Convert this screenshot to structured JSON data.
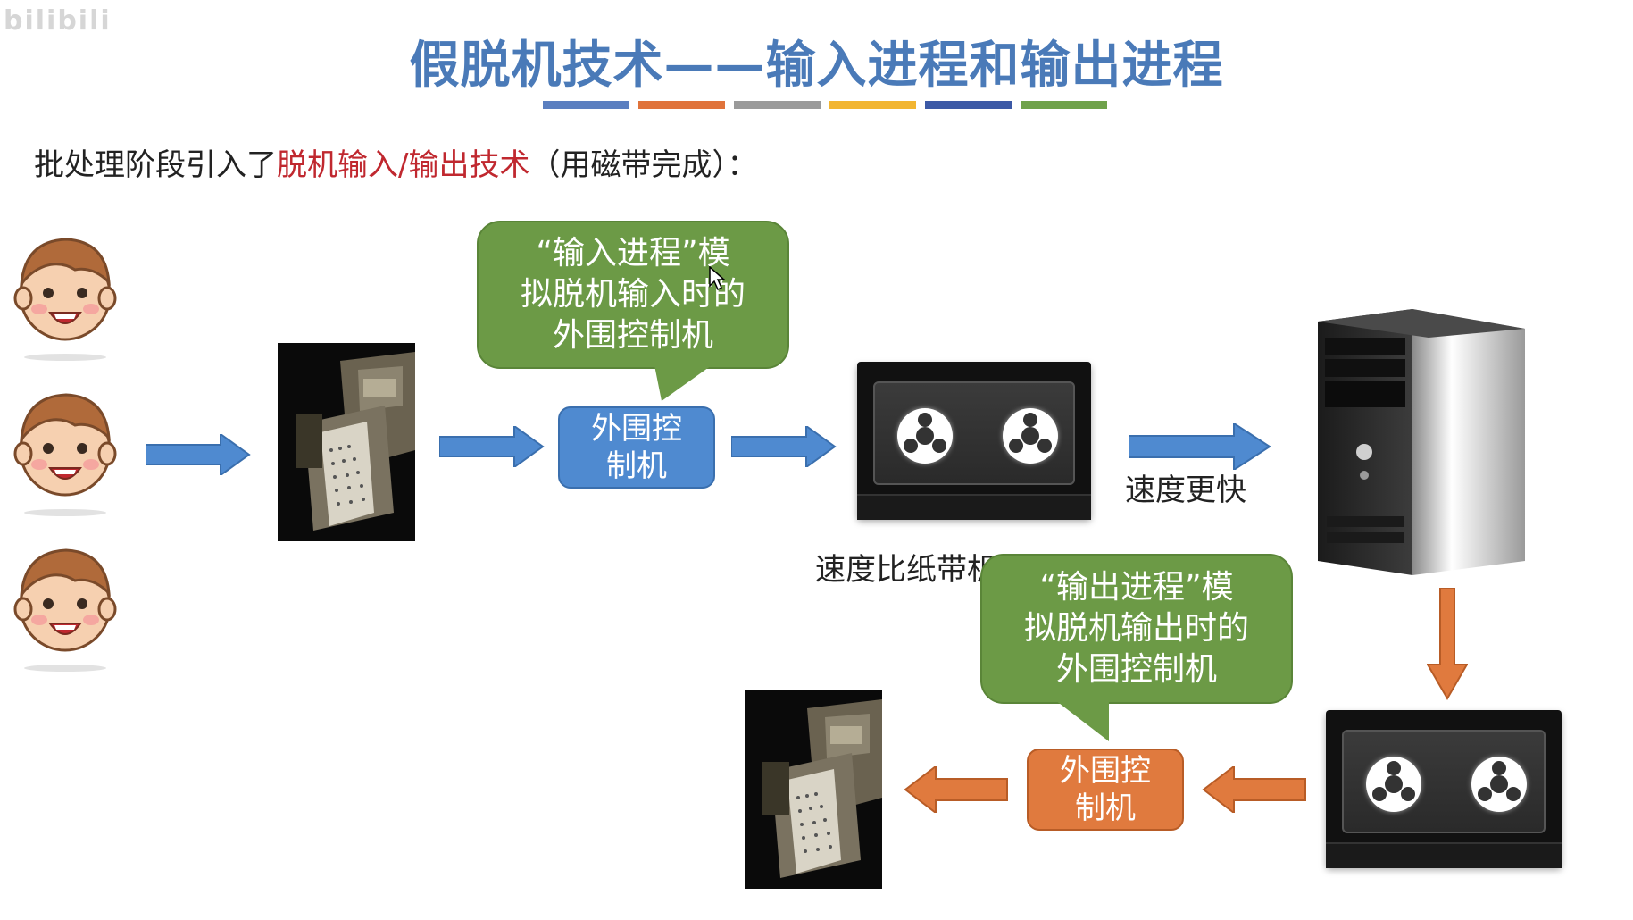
{
  "watermark": "bilibili",
  "title": "假脱机技术——输入进程和输出进程",
  "color_bars": [
    "#5b7fc0",
    "#e0733b",
    "#9a9a9a",
    "#f2b531",
    "#3c59a6",
    "#6fa24a"
  ],
  "intro": {
    "prefix": "批处理阶段引入了",
    "highlight": "脱机输入/输出技术",
    "suffix": "（用磁带完成）："
  },
  "input_bubble": {
    "line1": "“输入进程”模",
    "line2": "拟脱机输入时的",
    "line3": "外围控制机"
  },
  "output_bubble": {
    "line1": "“输出进程”模",
    "line2": "拟脱机输出时的",
    "line3": "外围控制机"
  },
  "input_controller": {
    "line1": "外围控",
    "line2": "制机"
  },
  "output_controller": {
    "line1": "外围控",
    "line2": "制机"
  },
  "faster_label": "速度更快",
  "speed_label": "速度比纸带机快很多",
  "colors": {
    "blue_arrow": "#4f8ad0",
    "orange_arrow": "#e07a3e",
    "bubble_green": "#6c9a46"
  },
  "icons": [
    "user-face-icon",
    "paper-tape-machine-icon",
    "tape-drive-icon",
    "computer-tower-icon",
    "arrow-right-icon",
    "arrow-left-icon",
    "arrow-down-icon"
  ]
}
